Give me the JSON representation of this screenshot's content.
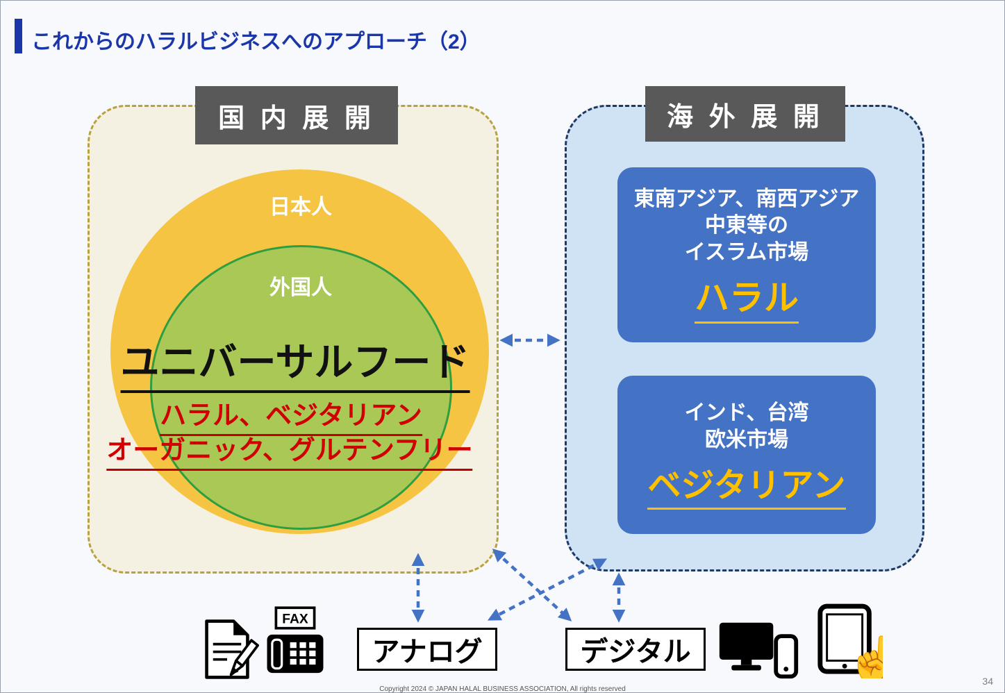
{
  "slide": {
    "title": "これからのハラルビジネスへのアプローチ（2）",
    "page_number": "34",
    "copyright": "Copyright 2024 © JAPAN HALAL BUSINESS ASSOCIATION, All rights reserved"
  },
  "domestic": {
    "header": "国 内 展 開",
    "outer_circle_label": "日本人",
    "inner_circle_label": "外国人",
    "headline": "ユニバーサルフード",
    "red_line1": "ハラル、ベジタリアン",
    "red_line2": "オーガニック、グルテンフリー"
  },
  "overseas": {
    "header": "海 外 展 開",
    "box1": {
      "lines": [
        "東南アジア、南西アジア",
        "中東等の",
        "イスラム市場"
      ],
      "keyword": "ハラル"
    },
    "box2": {
      "lines": [
        "インド、台湾",
        "欧米市場"
      ],
      "keyword": "ベジタリアン"
    }
  },
  "channels": {
    "analog": "アナログ",
    "digital": "デジタル"
  },
  "icons": {
    "fax_label": "FAX",
    "names": [
      "document-pencil-icon",
      "fax-icon",
      "monitor-phone-icon",
      "tablet-touch-icon"
    ]
  },
  "colors": {
    "title_blue": "#1b36a8",
    "header_gray": "#595959",
    "domestic_border": "#b8a23f",
    "domestic_fill": "#f5f1e2",
    "outer_circle_fill": "#f6c443",
    "inner_circle_fill": "#a9c855",
    "inner_circle_border": "#2f9e41",
    "overseas_border": "#1f3864",
    "overseas_fill": "#cfe3f5",
    "blue_box": "#4472c4",
    "keyword_orange": "#ffc000",
    "red_text": "#d00000",
    "arrow_blue": "#4472c4"
  }
}
